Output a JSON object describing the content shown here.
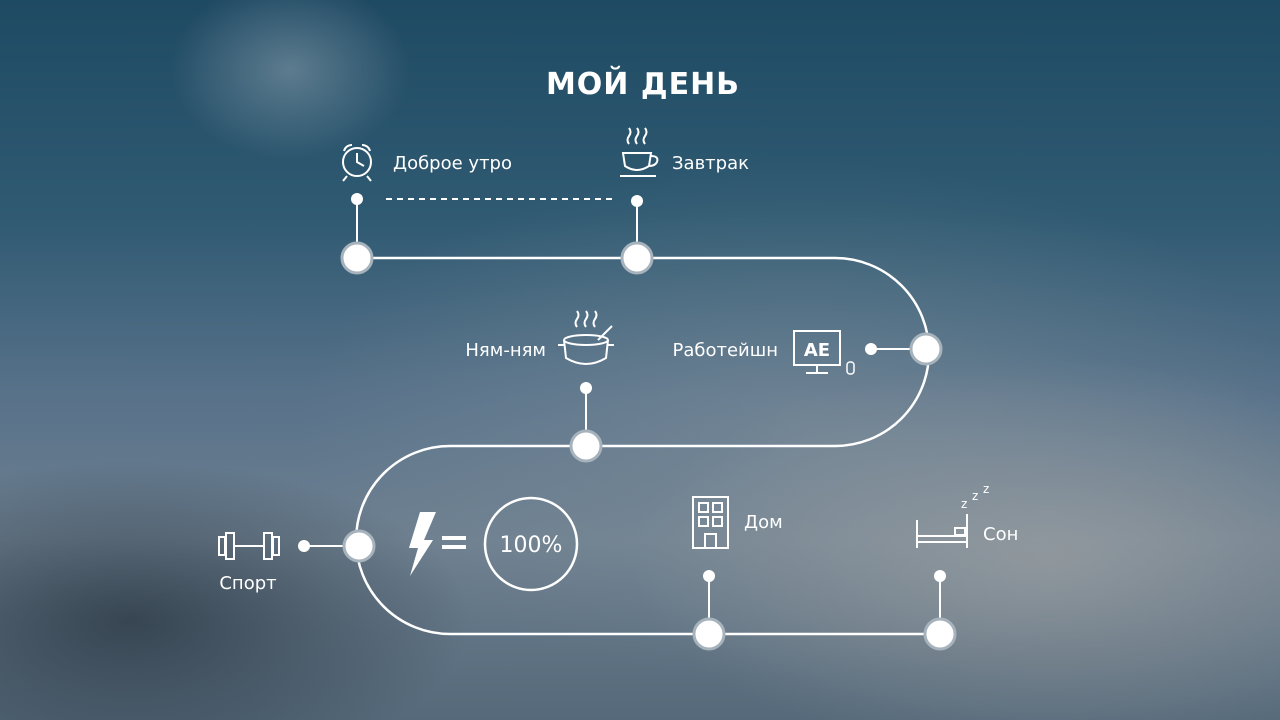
{
  "title": "МОЙ ДЕНЬ",
  "labels": {
    "morning": "Доброе утро",
    "breakfast": "Завтрак",
    "lunch": "Ням-ням",
    "work": "Работейшн",
    "work_app": "AE",
    "sport": "Спорт",
    "home": "Дом",
    "sleep": "Сон",
    "zzz": "z z z",
    "energy": "100%"
  },
  "colors": {
    "line": "#ffffff"
  },
  "icons": [
    "alarm-clock-icon",
    "coffee-cup-icon",
    "pot-icon",
    "monitor-icon",
    "dumbbell-icon",
    "lightning-icon",
    "building-icon",
    "bed-icon"
  ]
}
